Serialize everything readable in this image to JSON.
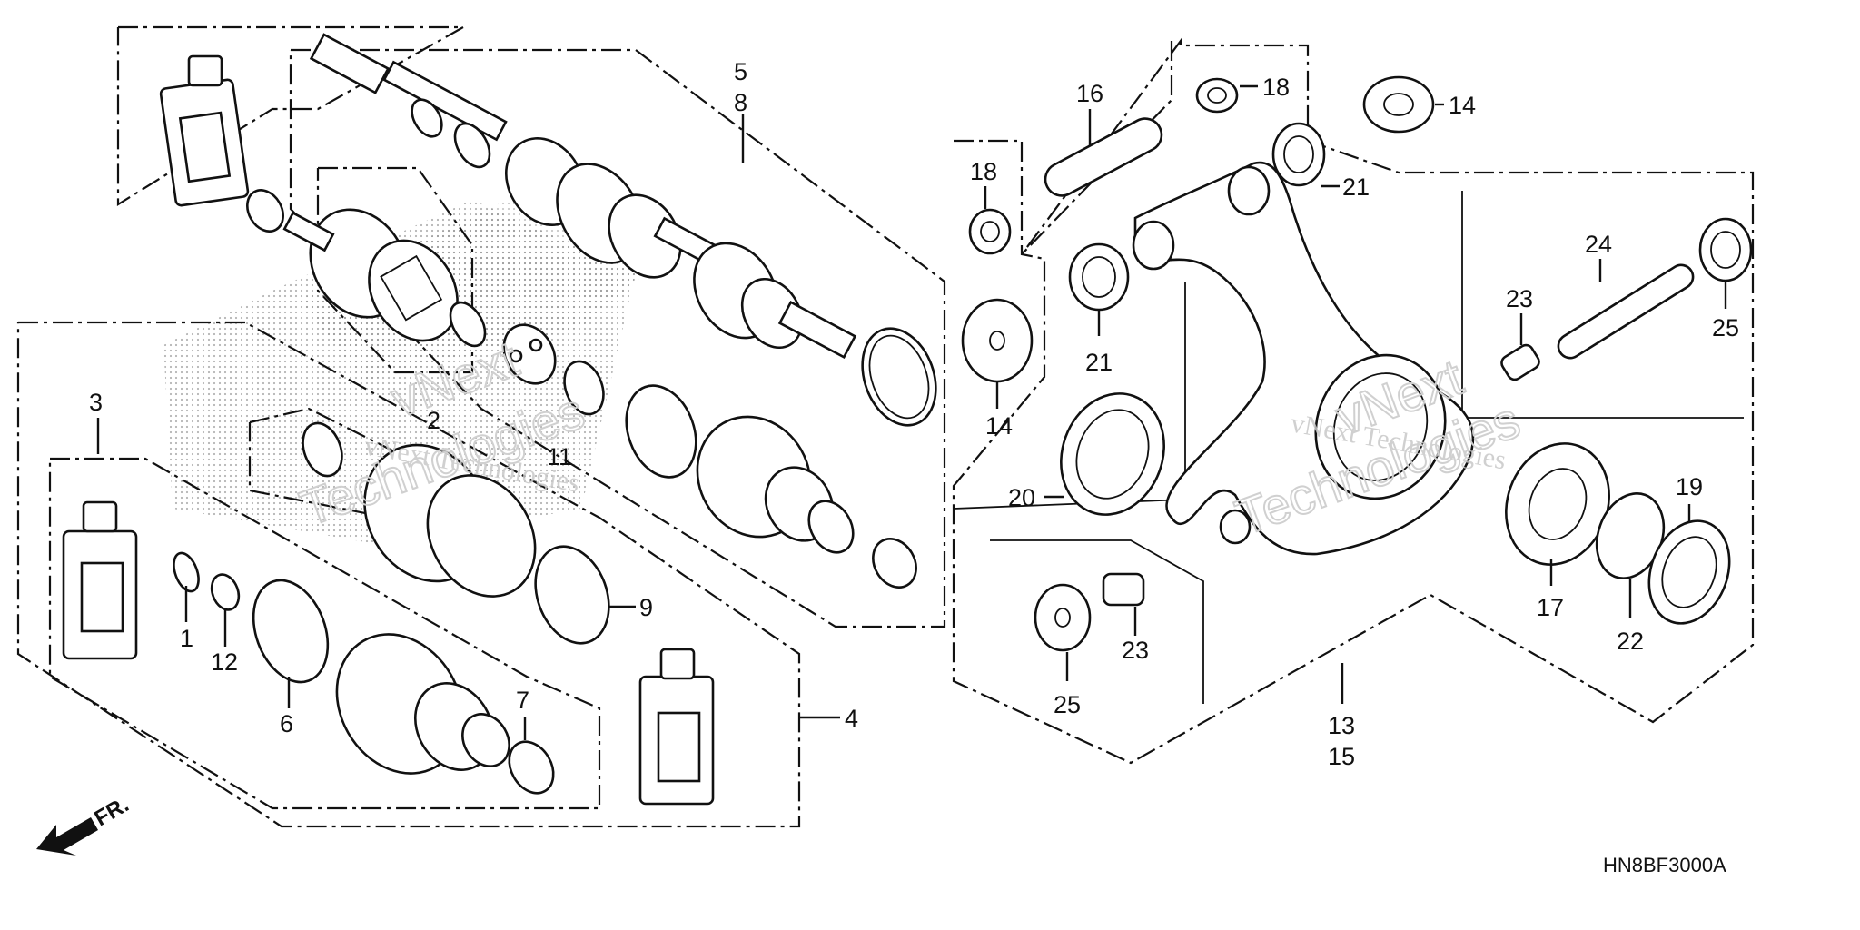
{
  "diagram": {
    "part_numbers": [
      "5",
      "8",
      "3",
      "2",
      "11",
      "9",
      "1",
      "12",
      "6",
      "7",
      "4",
      "18",
      "16",
      "14",
      "21",
      "18",
      "14",
      "24",
      "23",
      "25",
      "20",
      "19",
      "17",
      "22",
      "23",
      "25",
      "13",
      "15"
    ],
    "diagram_code": "HN8BF3000A",
    "direction_marker": "FR.",
    "watermark": {
      "line1": "vNext Technologies",
      "line2": "vNext",
      "line3": "Technologies"
    }
  }
}
